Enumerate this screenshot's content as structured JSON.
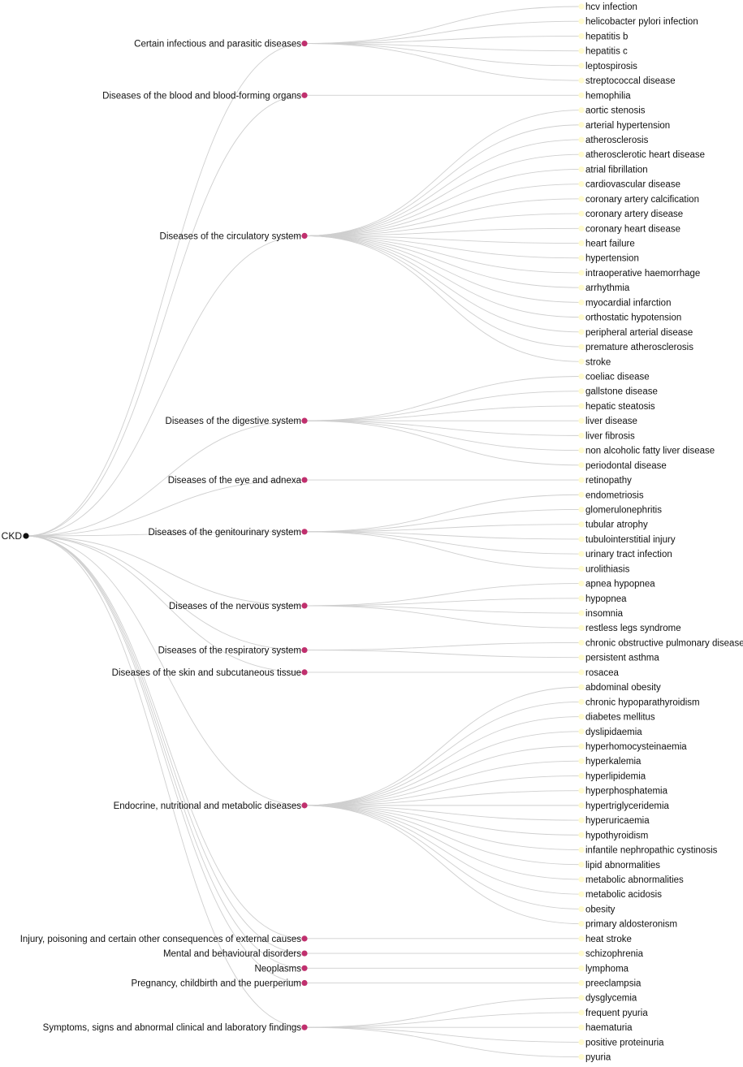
{
  "root": "CKD",
  "colors": {
    "root_node": "#111111",
    "category_node": "#c0306e",
    "leaf_node": "#fffbd0",
    "link": "#cfcfcf",
    "text": "#111111"
  },
  "categories": [
    {
      "name": "Certain infectious and parasitic diseases",
      "diseases": [
        "hcv infection",
        "helicobacter pylori infection",
        "hepatitis b",
        "hepatitis c",
        "leptospirosis",
        "streptococcal disease"
      ]
    },
    {
      "name": "Diseases of the blood and blood-forming organs",
      "diseases": [
        "hemophilia"
      ]
    },
    {
      "name": "Diseases of the circulatory system",
      "diseases": [
        "aortic stenosis",
        "arterial hypertension",
        "atherosclerosis",
        "atherosclerotic heart disease",
        "atrial fibrillation",
        "cardiovascular disease",
        "coronary artery calcification",
        "coronary artery disease",
        "coronary heart disease",
        "heart failure",
        "hypertension",
        "intraoperative haemorrhage",
        "arrhythmia",
        "myocardial infarction",
        "orthostatic hypotension",
        "peripheral arterial disease",
        "premature atherosclerosis",
        "stroke"
      ]
    },
    {
      "name": "Diseases of the digestive system",
      "diseases": [
        "coeliac disease",
        "gallstone disease",
        "hepatic steatosis",
        "liver disease",
        "liver fibrosis",
        "non alcoholic fatty liver disease",
        "periodontal disease"
      ]
    },
    {
      "name": "Diseases of the eye and adnexa",
      "diseases": [
        "retinopathy"
      ]
    },
    {
      "name": "Diseases of the genitourinary system",
      "diseases": [
        "endometriosis",
        "glomerulonephritis",
        "tubular atrophy",
        "tubulointerstitial injury",
        "urinary tract infection",
        "urolithiasis"
      ]
    },
    {
      "name": "Diseases of the nervous system",
      "diseases": [
        "apnea hypopnea",
        "hypopnea",
        "insomnia",
        "restless legs syndrome"
      ]
    },
    {
      "name": "Diseases of the respiratory system",
      "diseases": [
        "chronic obstructive pulmonary disease",
        "persistent asthma"
      ]
    },
    {
      "name": "Diseases of the skin and subcutaneous tissue",
      "diseases": [
        "rosacea"
      ]
    },
    {
      "name": "Endocrine, nutritional and metabolic diseases",
      "diseases": [
        "abdominal obesity",
        "chronic hypoparathyroidism",
        "diabetes mellitus",
        "dyslipidaemia",
        "hyperhomocysteinaemia",
        "hyperkalemia",
        "hyperlipidemia",
        "hyperphosphatemia",
        "hypertriglyceridemia",
        "hyperuricaemia",
        "hypothyroidism",
        "infantile nephropathic cystinosis",
        "lipid abnormalities",
        "metabolic abnormalities",
        "metabolic acidosis",
        "obesity",
        "primary aldosteronism"
      ]
    },
    {
      "name": "Injury, poisoning and certain other consequences of external causes",
      "diseases": [
        "heat stroke"
      ]
    },
    {
      "name": "Mental and behavioural disorders",
      "diseases": [
        "schizophrenia"
      ]
    },
    {
      "name": "Neoplasms",
      "diseases": [
        "lymphoma"
      ]
    },
    {
      "name": "Pregnancy, childbirth and the puerperium",
      "diseases": [
        "preeclampsia"
      ]
    },
    {
      "name": "Symptoms, signs and abnormal clinical and laboratory findings",
      "diseases": [
        "dysglycemia",
        "frequent pyuria",
        "haematuria",
        "positive proteinuria",
        "pyuria"
      ]
    }
  ]
}
